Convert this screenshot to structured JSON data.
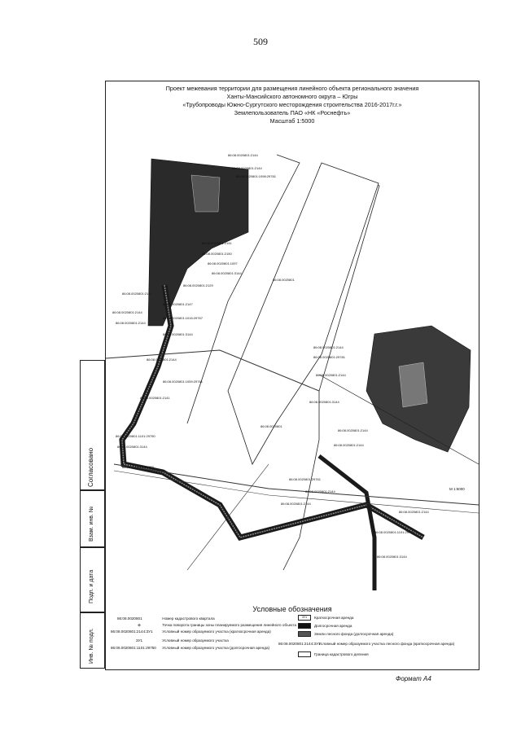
{
  "page": {
    "number": "509"
  },
  "title": {
    "line1": "Проект межевания территории для размещения линейного объекта регионального значения",
    "line2": "Ханты-Мансийского автономного округа – Югры",
    "line3": "«Трубопроводы Южно-Сургутского месторождения строительства 2016-2017г.г.»",
    "line4": "Землепользователь ПАО «НК «Роснефть»",
    "line5": "Масштаб 1:5000"
  },
  "map": {
    "quarter_labels": [
      "86:08.0020801",
      "86:08.0020801"
    ],
    "parcel_labels": [
      "86:08.0020801:2144",
      "86:08.0020801:2144",
      "86:08.0020801:1098:29781",
      "86:08.0020801:2141",
      "86:08.0020801:2150",
      "86:08.0020801:1097",
      "86:08.0020801:3144",
      "86:08.0020801:2129",
      "86:08.0020801:2141",
      "86:08.0020801:2147",
      "86:08.0020801:2144",
      "86:08.0020801:1016:29767",
      "86:08.0020801:2144",
      "86:08.0020801:3144",
      "86:08.0020801:2144",
      "86:08.0020801:1059:29761",
      "86:08.0020801:2141",
      "86:08.0020801:1101:29750",
      "86:08.0020801:3144",
      "86:08.0020801:29750",
      "86:08.0020801:2144",
      "86:08.0020801:29781",
      "86:08.0020801:2144",
      "86:08.0020801:3144",
      "86:08.0020801:2144",
      "86:08.0020801:2144",
      "86:08.0020801:29761",
      "86:08.0020801:2144",
      "86:08.0020801:2144",
      "86:08.0020801:1101:29771",
      "86:08.0020801:2144",
      "86:08.0020801:3144"
    ],
    "scale_note": "М 1:5000"
  },
  "legend": {
    "title": "Условные обозначения",
    "items": [
      {
        "symbol": "86:08.0020801",
        "text": "Номер кадастрового квартала"
      },
      {
        "symbol": "",
        "text": "Точка поворота границы зоны планируемого размещения линейного объекта"
      },
      {
        "symbol": "86:08.0020801:2144:ЗУ1",
        "text": "Условный номер образуемого участка (краткосрочная аренда)"
      },
      {
        "symbol": "ЗУ1",
        "text": "Условный номер образуемого участка"
      },
      {
        "symbol": "86:08.0020801:1101:29750",
        "text": "Условный номер образуемого участка (долгосрочная аренда)"
      },
      {
        "symbol": "ЗУ1",
        "text": "Краткосрочная аренда"
      },
      {
        "symbol": "",
        "text": "Долгосрочная аренда"
      },
      {
        "symbol": "",
        "text": "Земли лесного фонда (долгосрочная аренда)"
      },
      {
        "symbol": "86:08.0020801:2144:ЗУ1",
        "text": "Условный номер образуемого участка лесного фонда (краткосрочная аренда)"
      },
      {
        "symbol": "",
        "text": "Граница кадастрового деления"
      }
    ]
  },
  "side_stamp": {
    "cells": [
      "Согласовано",
      "Взам. инв. №",
      "Подп. и дата",
      "Инв. № подл."
    ]
  },
  "format_label": "Формат А4"
}
